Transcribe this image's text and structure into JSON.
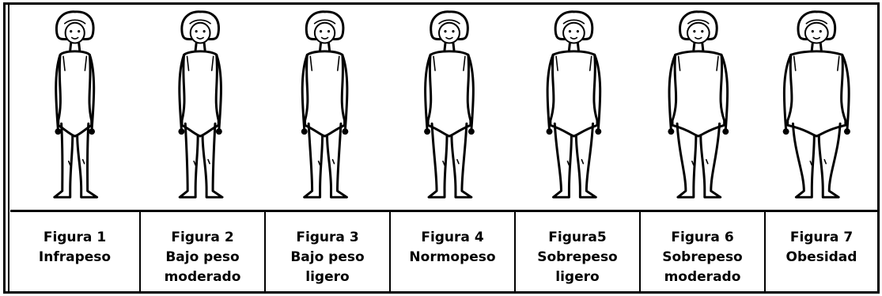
{
  "figures": [
    {
      "label": "Figura 1\nInfrapeso",
      "width_scale": 0.78
    },
    {
      "label": "Figura 2\nBajo peso\nmoderado",
      "width_scale": 0.86
    },
    {
      "label": "Figura 3\nBajo peso\nligero",
      "width_scale": 0.93
    },
    {
      "label": "Figura 4\nNormopeso",
      "width_scale": 1.0
    },
    {
      "label": "Figura5\nSobrepeso\nligero",
      "width_scale": 1.1
    },
    {
      "label": "Figura 6\nSobrepeso\nmoderado",
      "width_scale": 1.22
    },
    {
      "label": "Figura 7\nObesidad",
      "width_scale": 1.36
    }
  ]
}
